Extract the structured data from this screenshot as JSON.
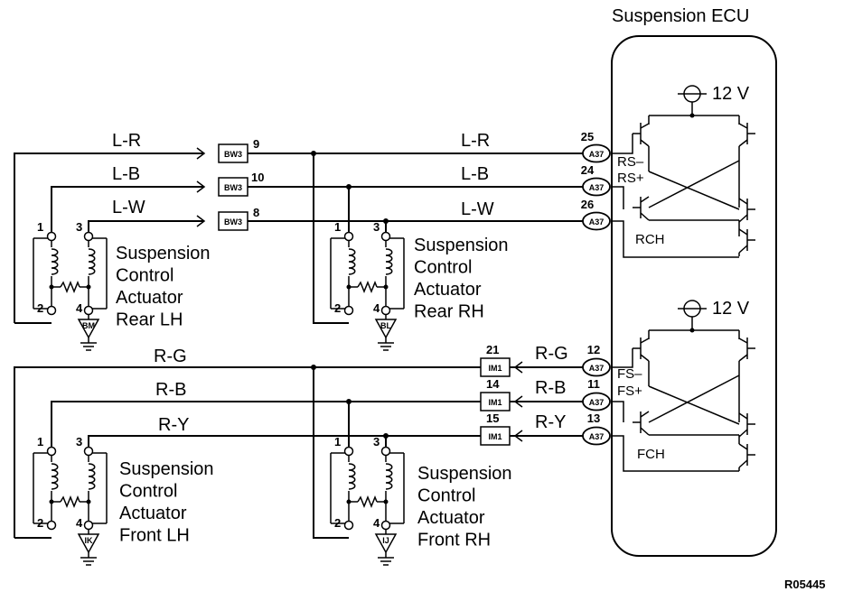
{
  "ecu": {
    "title": "Suspension ECU",
    "supply_label": "12 V",
    "rear_pins": {
      "rs_minus": "RS–",
      "rs_plus": "RS+",
      "rch": "RCH"
    },
    "front_pins": {
      "fs_minus": "FS–",
      "fs_plus": "FS+",
      "fch": "FCH"
    }
  },
  "wires": {
    "rear": [
      "L-R",
      "L-B",
      "L-W"
    ],
    "front": [
      "R-G",
      "R-B",
      "R-Y"
    ]
  },
  "ecu_connector": "A37",
  "ecu_pin_numbers": {
    "rear": [
      "25",
      "24",
      "26"
    ],
    "front": [
      "12",
      "11",
      "13"
    ]
  },
  "junction_connectors": {
    "rear": {
      "name": "BW3",
      "pins": [
        "9",
        "10",
        "8"
      ]
    },
    "front": {
      "name": "IM1",
      "pins": [
        "21",
        "14",
        "15"
      ]
    }
  },
  "actuators": {
    "rear_lh": {
      "lines": [
        "Suspension",
        "Control",
        "Actuator",
        "Rear LH"
      ],
      "ground": "BM"
    },
    "rear_rh": {
      "lines": [
        "Suspension",
        "Control",
        "Actuator",
        "Rear RH"
      ],
      "ground": "BL"
    },
    "front_lh": {
      "lines": [
        "Suspension",
        "Control",
        "Actuator",
        "Front LH"
      ],
      "ground": "IK"
    },
    "front_rh": {
      "lines": [
        "Suspension",
        "Control",
        "Actuator",
        "Front RH"
      ],
      "ground": "IJ"
    }
  },
  "actuator_pins": [
    "1",
    "2",
    "3",
    "4"
  ],
  "figure_ref": "R05445"
}
